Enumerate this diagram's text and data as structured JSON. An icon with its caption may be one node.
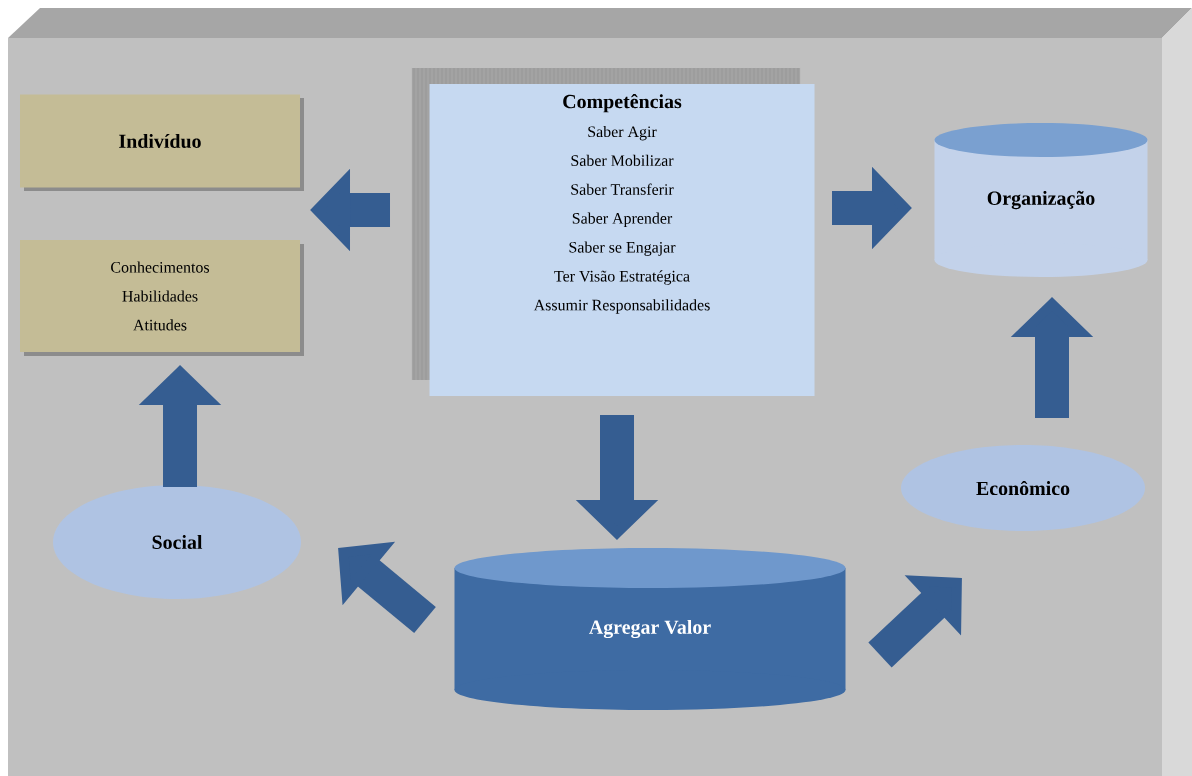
{
  "diagram": {
    "nodes": [
      {
        "text": [
          "Indivíduo"
        ]
      },
      {
        "text": [
          "Conhecimentos",
          "Habilidades",
          "Atitudes"
        ]
      },
      {
        "text": [
          "Competências",
          "Saber Agir",
          "Saber Mobilizar",
          "Saber Transferir",
          "Saber Aprender",
          "Saber se Engajar",
          "Ter Visão Estratégica",
          "Assumir Responsabilidades"
        ]
      },
      {
        "text": [
          "Organização"
        ]
      },
      {
        "text": [
          "Econômico"
        ]
      },
      {
        "text": [
          "Social"
        ]
      },
      {
        "text": [
          "Agregar Valor"
        ]
      }
    ],
    "edges": [
      {
        "from": 2,
        "to": 0,
        "arrow": "to"
      },
      {
        "from": 2,
        "to": 3,
        "arrow": "to"
      },
      {
        "from": 2,
        "to": 6,
        "arrow": "to"
      },
      {
        "from": 6,
        "to": 5,
        "arrow": "to"
      },
      {
        "from": 6,
        "to": 4,
        "arrow": "to"
      },
      {
        "from": 4,
        "to": 3,
        "arrow": "to"
      },
      {
        "from": 5,
        "to": 1,
        "arrow": "to"
      }
    ]
  }
}
